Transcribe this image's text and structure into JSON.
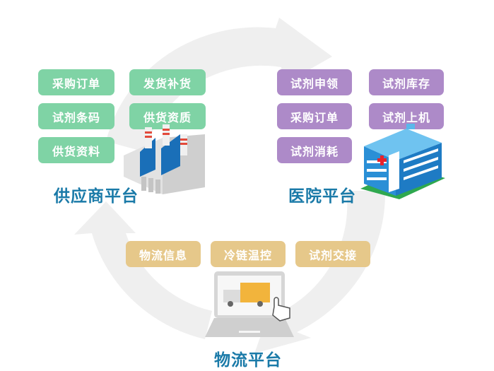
{
  "supplier": {
    "title": "供应商平台",
    "items": [
      "采购订单",
      "发货补货",
      "试剂条码",
      "供货资质",
      "供货资料"
    ],
    "color": "#7fd3a5"
  },
  "hospital": {
    "title": "医院平台",
    "items": [
      "试剂申领",
      "试剂库存",
      "采购订单",
      "试剂上机",
      "试剂消耗"
    ],
    "color": "#ad8ac8"
  },
  "logistics": {
    "title": "物流平台",
    "items": [
      "物流信息",
      "冷链温控",
      "试剂交接"
    ],
    "color": "#e6c88a"
  },
  "title_color": "#1a7aa8",
  "ring_color": "#efefef"
}
